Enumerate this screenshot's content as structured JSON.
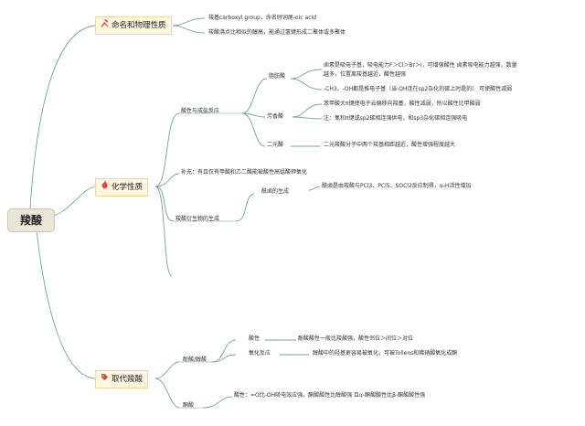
{
  "root": {
    "label": "羧酸"
  },
  "branches": [
    {
      "label": "命名和物理性质",
      "icon": "hammer-wrench-icon",
      "items": [
        "羧基carboxyl group，命名时词尾-oic acid",
        "羧酸沸点比相似的醇高，能通过氢键形成二聚体或多聚体"
      ]
    },
    {
      "label": "化学性质",
      "icon": "flame-icon",
      "acid_base": {
        "label": "酸性与成盐反应",
        "aliphatic": {
          "label": "脂肪酸",
          "notes": [
            "卤素是吸电子基，吸电能力F＞Cl＞Br＞I，可增强酸性 卤素吸电能力越强，数量",
            "越多，位置离羧基越近，酸性越强",
            "-CH3、-OH都是推电子基（当-OH连在sp2杂化的碳上时是的） 可使酸性减弱"
          ]
        },
        "aromatic": {
          "label": "芳香酸",
          "notes": [
            "苯甲酸大π键使电子云偏移向羧基，酸性减弱，所以酸性比甲酸弱",
            "注：氧和π键或sp2碳相连强供电，和sp3杂化碳相连强吸电"
          ]
        },
        "diacid": {
          "label": "二元酸",
          "note": "二元羧酸分子中两个羧基相距越近，酸性增强程度越大"
        }
      },
      "supplement": "补充：有且仅有甲酸和乙二酸能被酸性高锰酸钾氧化",
      "derivatives": {
        "label": "羧酸衍生物的生成",
        "acyl_chloride": {
          "label": "酰卤的生成",
          "note": "酰卤是由羧酸与PCl3、PCl5、SOCl2反应制得，α-H活性增加"
        }
      }
    },
    {
      "label": "取代羧酸",
      "icon": "tag-icon",
      "phenolic": {
        "label": "酚酸/醇酸",
        "acidity": {
          "label": "酸性",
          "note": "酚酸酸性一般比羧酸强，酸性邻位＞间位＞对位"
        },
        "oxidation": {
          "label": "氧化反应",
          "note": "醇酸中的羟基更容易被氧化，可被Tollens和稀硝酸氧化成酮"
        }
      },
      "keto": {
        "label": "酮酸",
        "note": "酸性：=O比-OH吸电效应强，酮酸酸性比醇酸强 且α-酮酸酸性比β-酮酸酸性强"
      }
    }
  ],
  "colors": {
    "branch_line": "#7aa68a",
    "category_fill": "#fff7df",
    "root_fill": "#e7e6d7",
    "icon_red": "#e0443a"
  }
}
